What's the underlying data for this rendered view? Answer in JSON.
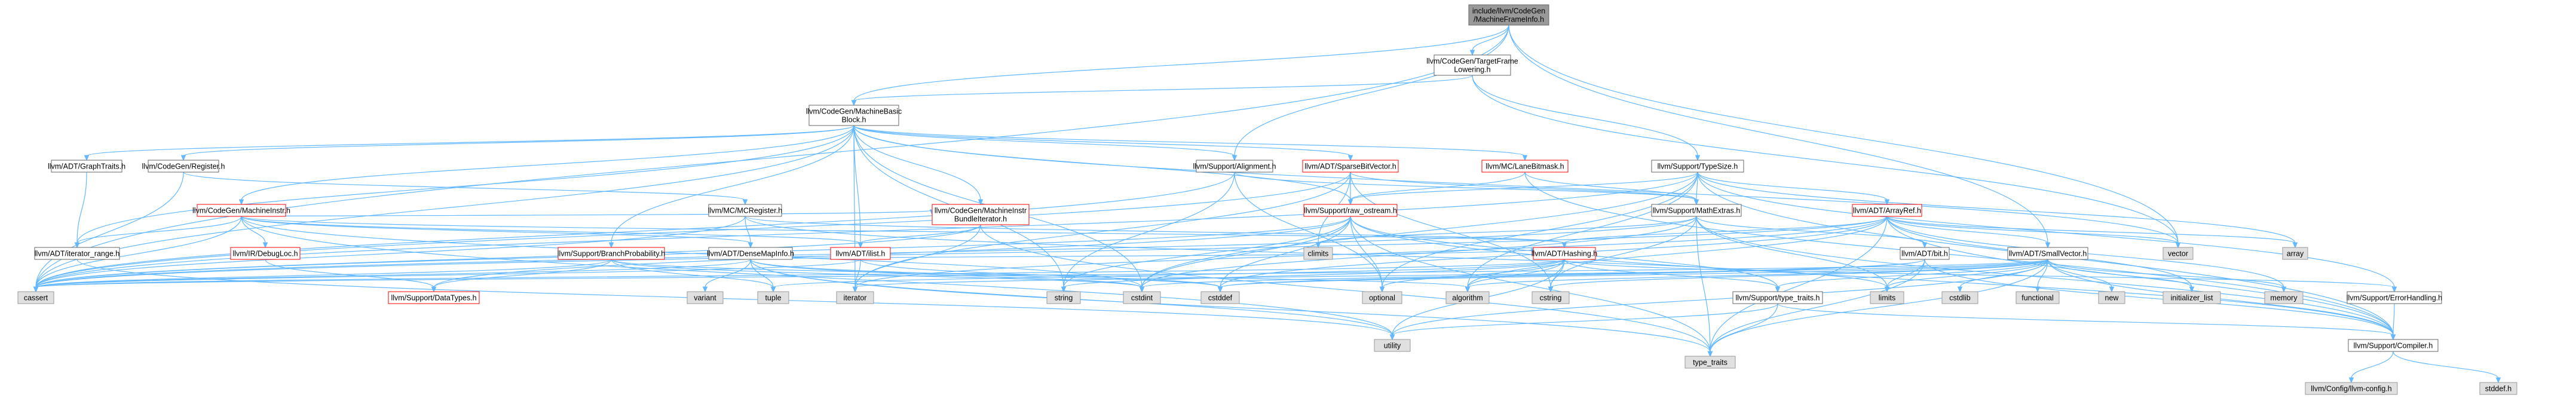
{
  "colors": {
    "root_fill": "#999999",
    "doc_fill": "#ffffff",
    "doc_stroke": "#666666",
    "red_stroke": "#ff0000",
    "ext_fill": "#e0e0e0",
    "ext_stroke": "#999999",
    "edge": "#63b8ff",
    "text": "#000000"
  },
  "nodes": [
    {
      "id": "root",
      "lines": [
        "include/llvm/CodeGen",
        "/MachineFrameInfo.h"
      ],
      "style": "root"
    },
    {
      "id": "tfl",
      "lines": [
        "llvm/CodeGen/TargetFrame",
        "Lowering.h"
      ],
      "style": "doc"
    },
    {
      "id": "mbb",
      "lines": [
        "llvm/CodeGen/MachineBasic",
        "Block.h"
      ],
      "style": "doc"
    },
    {
      "id": "gt",
      "lines": [
        "llvm/ADT/GraphTraits.h"
      ],
      "style": "doc"
    },
    {
      "id": "reg",
      "lines": [
        "llvm/CodeGen/Register.h"
      ],
      "style": "doc"
    },
    {
      "id": "align",
      "lines": [
        "llvm/Support/Alignment.h"
      ],
      "style": "doc"
    },
    {
      "id": "sbv",
      "lines": [
        "llvm/ADT/SparseBitVector.h"
      ],
      "style": "red"
    },
    {
      "id": "lbm",
      "lines": [
        "llvm/MC/LaneBitmask.h"
      ],
      "style": "red"
    },
    {
      "id": "ts",
      "lines": [
        "llvm/Support/TypeSize.h"
      ],
      "style": "doc"
    },
    {
      "id": "mi",
      "lines": [
        "llvm/CodeGen/MachineInstr.h"
      ],
      "style": "red"
    },
    {
      "id": "mcreg",
      "lines": [
        "llvm/MC/MCRegister.h"
      ],
      "style": "doc"
    },
    {
      "id": "mib",
      "lines": [
        "llvm/CodeGen/MachineInstr",
        "BundleIterator.h"
      ],
      "style": "red"
    },
    {
      "id": "ros",
      "lines": [
        "llvm/Support/raw_ostream.h"
      ],
      "style": "red"
    },
    {
      "id": "me",
      "lines": [
        "llvm/Support/MathExtras.h"
      ],
      "style": "doc"
    },
    {
      "id": "ar",
      "lines": [
        "llvm/ADT/ArrayRef.h"
      ],
      "style": "red"
    },
    {
      "id": "ir",
      "lines": [
        "llvm/ADT/iterator_range.h"
      ],
      "style": "doc"
    },
    {
      "id": "dl",
      "lines": [
        "llvm/IR/DebugLoc.h"
      ],
      "style": "red"
    },
    {
      "id": "bp",
      "lines": [
        "llvm/Support/BranchProbability.h"
      ],
      "style": "red"
    },
    {
      "id": "dmi",
      "lines": [
        "llvm/ADT/DenseMapInfo.h"
      ],
      "style": "doc"
    },
    {
      "id": "il",
      "lines": [
        "llvm/ADT/ilist.h"
      ],
      "style": "red"
    },
    {
      "id": "hash",
      "lines": [
        "llvm/ADT/Hashing.h"
      ],
      "style": "red"
    },
    {
      "id": "bit",
      "lines": [
        "llvm/ADT/bit.h"
      ],
      "style": "doc"
    },
    {
      "id": "sv",
      "lines": [
        "llvm/ADT/SmallVector.h"
      ],
      "style": "doc"
    },
    {
      "id": "climits",
      "lines": [
        "climits"
      ],
      "style": "ext"
    },
    {
      "id": "array",
      "lines": [
        "array"
      ],
      "style": "ext"
    },
    {
      "id": "vector",
      "lines": [
        "vector"
      ],
      "style": "ext"
    },
    {
      "id": "cassert",
      "lines": [
        "cassert"
      ],
      "style": "ext"
    },
    {
      "id": "dt",
      "lines": [
        "llvm/Support/DataTypes.h"
      ],
      "style": "red"
    },
    {
      "id": "variant",
      "lines": [
        "variant"
      ],
      "style": "ext"
    },
    {
      "id": "tuple",
      "lines": [
        "tuple"
      ],
      "style": "ext"
    },
    {
      "id": "iterator",
      "lines": [
        "iterator"
      ],
      "style": "ext"
    },
    {
      "id": "string",
      "lines": [
        "string"
      ],
      "style": "ext"
    },
    {
      "id": "cstdint",
      "lines": [
        "cstdint"
      ],
      "style": "ext"
    },
    {
      "id": "cstddef",
      "lines": [
        "cstddef"
      ],
      "style": "ext"
    },
    {
      "id": "optional",
      "lines": [
        "optional"
      ],
      "style": "ext"
    },
    {
      "id": "algorithm",
      "lines": [
        "algorithm"
      ],
      "style": "ext"
    },
    {
      "id": "cstring",
      "lines": [
        "cstring"
      ],
      "style": "ext"
    },
    {
      "id": "sttr",
      "lines": [
        "llvm/Support/type_traits.h"
      ],
      "style": "doc"
    },
    {
      "id": "limits",
      "lines": [
        "limits"
      ],
      "style": "ext"
    },
    {
      "id": "cstdlib",
      "lines": [
        "cstdlib"
      ],
      "style": "ext"
    },
    {
      "id": "functional",
      "lines": [
        "functional"
      ],
      "style": "ext"
    },
    {
      "id": "new",
      "lines": [
        "new"
      ],
      "style": "ext"
    },
    {
      "id": "initlist",
      "lines": [
        "initializer_list"
      ],
      "style": "ext"
    },
    {
      "id": "memory",
      "lines": [
        "memory"
      ],
      "style": "ext"
    },
    {
      "id": "eh",
      "lines": [
        "llvm/Support/ErrorHandling.h"
      ],
      "style": "doc"
    },
    {
      "id": "utility",
      "lines": [
        "utility"
      ],
      "style": "ext"
    },
    {
      "id": "typetraits",
      "lines": [
        "type_traits"
      ],
      "style": "ext"
    },
    {
      "id": "comp",
      "lines": [
        "llvm/Support/Compiler.h"
      ],
      "style": "doc"
    },
    {
      "id": "cfg",
      "lines": [
        "llvm/Config/llvm-config.h"
      ],
      "style": "ext"
    },
    {
      "id": "stddef",
      "lines": [
        "stddef.h"
      ],
      "style": "ext"
    }
  ],
  "edges": [
    [
      "root",
      "tfl"
    ],
    [
      "root",
      "mbb"
    ],
    [
      "root",
      "align"
    ],
    [
      "root",
      "vector"
    ],
    [
      "root",
      "sv"
    ],
    [
      "root",
      "cassert"
    ],
    [
      "tfl",
      "mbb"
    ],
    [
      "tfl",
      "ts"
    ],
    [
      "tfl",
      "vector"
    ],
    [
      "mbb",
      "gt"
    ],
    [
      "mbb",
      "ir"
    ],
    [
      "mbb",
      "reg"
    ],
    [
      "mbb",
      "mi"
    ],
    [
      "mbb",
      "mib"
    ],
    [
      "mbb",
      "align"
    ],
    [
      "mbb",
      "sbv"
    ],
    [
      "mbb",
      "lbm"
    ],
    [
      "mbb",
      "bp"
    ],
    [
      "mbb",
      "il"
    ],
    [
      "mbb",
      "iterator"
    ],
    [
      "mbb",
      "cassert"
    ],
    [
      "mbb",
      "cstdint"
    ],
    [
      "mbb",
      "string"
    ],
    [
      "mbb",
      "vector"
    ],
    [
      "mbb",
      "ros"
    ],
    [
      "gt",
      "ir"
    ],
    [
      "reg",
      "mcreg"
    ],
    [
      "reg",
      "cassert"
    ],
    [
      "align",
      "me"
    ],
    [
      "align",
      "cassert"
    ],
    [
      "align",
      "optional"
    ],
    [
      "align",
      "string"
    ],
    [
      "sbv",
      "me"
    ],
    [
      "sbv",
      "ros"
    ],
    [
      "sbv",
      "cassert"
    ],
    [
      "sbv",
      "climits"
    ],
    [
      "sbv",
      "cstring"
    ],
    [
      "sbv",
      "iterator"
    ],
    [
      "lbm",
      "me"
    ],
    [
      "lbm",
      "ros"
    ],
    [
      "lbm",
      "comp"
    ],
    [
      "ts",
      "me"
    ],
    [
      "ts",
      "ros"
    ],
    [
      "ts",
      "comp"
    ],
    [
      "ts",
      "ar"
    ],
    [
      "ts",
      "algorithm"
    ],
    [
      "ts",
      "array"
    ],
    [
      "ts",
      "cassert"
    ],
    [
      "ts",
      "cstdint"
    ],
    [
      "ts",
      "optional"
    ],
    [
      "ts",
      "eh"
    ],
    [
      "mi",
      "ir"
    ],
    [
      "mi",
      "dl"
    ],
    [
      "mi",
      "dmi"
    ],
    [
      "mi",
      "il"
    ],
    [
      "mi",
      "mib"
    ],
    [
      "mi",
      "cassert"
    ],
    [
      "mi",
      "cstdint"
    ],
    [
      "mi",
      "utility"
    ],
    [
      "mi",
      "hash"
    ],
    [
      "mcreg",
      "dmi"
    ],
    [
      "mcreg",
      "hash"
    ],
    [
      "mcreg",
      "cassert"
    ],
    [
      "mcreg",
      "limits"
    ],
    [
      "mib",
      "il"
    ],
    [
      "mib",
      "typetraits"
    ],
    [
      "mib",
      "iterator"
    ],
    [
      "mib",
      "cassert"
    ],
    [
      "ros",
      "comp"
    ],
    [
      "ros",
      "dt"
    ],
    [
      "ros",
      "cassert"
    ],
    [
      "ros",
      "cstddef"
    ],
    [
      "ros",
      "cstdint"
    ],
    [
      "ros",
      "string"
    ],
    [
      "ros",
      "optional"
    ],
    [
      "ros",
      "typetraits"
    ],
    [
      "ros",
      "sttr"
    ],
    [
      "me",
      "bit"
    ],
    [
      "me",
      "comp"
    ],
    [
      "me",
      "cassert"
    ],
    [
      "me",
      "climits"
    ],
    [
      "me",
      "cstdint"
    ],
    [
      "me",
      "cstring"
    ],
    [
      "me",
      "limits"
    ],
    [
      "me",
      "typetraits"
    ],
    [
      "ar",
      "hash"
    ],
    [
      "ar",
      "sv"
    ],
    [
      "ar",
      "comp"
    ],
    [
      "ar",
      "algorithm"
    ],
    [
      "ar",
      "array"
    ],
    [
      "ar",
      "cassert"
    ],
    [
      "ar",
      "cstddef"
    ],
    [
      "ar",
      "initlist"
    ],
    [
      "ar",
      "iterator"
    ],
    [
      "ar",
      "memory"
    ],
    [
      "ar",
      "typetraits"
    ],
    [
      "ar",
      "vector"
    ],
    [
      "ir",
      "utility"
    ],
    [
      "dl",
      "dt"
    ],
    [
      "bp",
      "dt"
    ],
    [
      "bp",
      "algorithm"
    ],
    [
      "bp",
      "cassert"
    ],
    [
      "bp",
      "cstdint"
    ],
    [
      "bp",
      "tuple"
    ],
    [
      "dmi",
      "cassert"
    ],
    [
      "dmi",
      "cstddef"
    ],
    [
      "dmi",
      "cstdint"
    ],
    [
      "dmi",
      "tuple"
    ],
    [
      "dmi",
      "typetraits"
    ],
    [
      "dmi",
      "utility"
    ],
    [
      "dmi",
      "variant"
    ],
    [
      "dmi",
      "hash"
    ],
    [
      "il",
      "cassert"
    ],
    [
      "il",
      "cstddef"
    ],
    [
      "il",
      "iterator"
    ],
    [
      "hash",
      "eh"
    ],
    [
      "hash",
      "sttr"
    ],
    [
      "hash",
      "algorithm"
    ],
    [
      "hash",
      "cassert"
    ],
    [
      "hash",
      "cstring"
    ],
    [
      "hash",
      "optional"
    ],
    [
      "hash",
      "string"
    ],
    [
      "hash",
      "tuple"
    ],
    [
      "hash",
      "utility"
    ],
    [
      "bit",
      "comp"
    ],
    [
      "bit",
      "cstddef"
    ],
    [
      "bit",
      "cstdint"
    ],
    [
      "bit",
      "limits"
    ],
    [
      "bit",
      "typetraits"
    ],
    [
      "sv",
      "comp"
    ],
    [
      "sv",
      "sttr"
    ],
    [
      "sv",
      "algorithm"
    ],
    [
      "sv",
      "cassert"
    ],
    [
      "sv",
      "cstddef"
    ],
    [
      "sv",
      "cstdlib"
    ],
    [
      "sv",
      "cstring"
    ],
    [
      "sv",
      "functional"
    ],
    [
      "sv",
      "initlist"
    ],
    [
      "sv",
      "iterator"
    ],
    [
      "sv",
      "limits"
    ],
    [
      "sv",
      "memory"
    ],
    [
      "sv",
      "new"
    ],
    [
      "sv",
      "typetraits"
    ],
    [
      "sv",
      "utility"
    ],
    [
      "sttr",
      "comp"
    ],
    [
      "sttr",
      "typetraits"
    ],
    [
      "sttr",
      "utility"
    ],
    [
      "eh",
      "comp"
    ],
    [
      "comp",
      "cfg"
    ],
    [
      "comp",
      "stddef"
    ]
  ]
}
